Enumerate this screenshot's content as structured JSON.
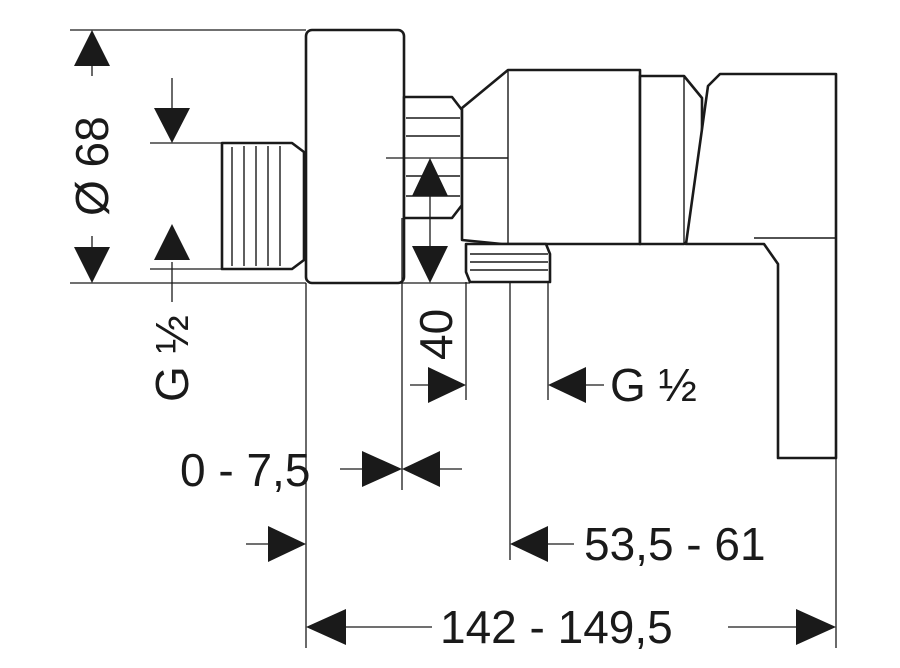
{
  "drawing": {
    "dim_diameter": "Ø 68",
    "dim_inlet_thread": "G ½",
    "dim_outlet_height": "40",
    "dim_outlet_thread": "G ½",
    "dim_wall_adjust": "0 - 7,5",
    "dim_body_depth": "53,5 - 61",
    "dim_overall_depth": "142 - 149,5"
  }
}
